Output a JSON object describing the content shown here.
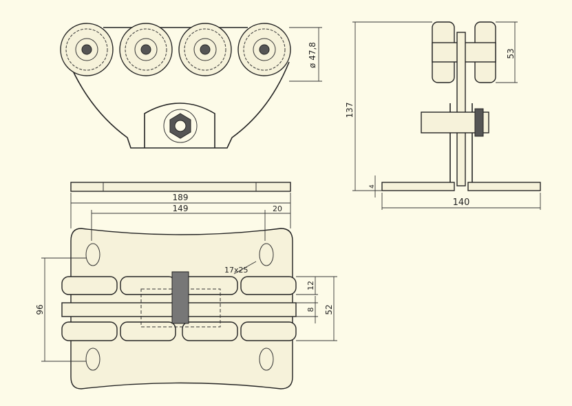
{
  "drawing": {
    "views": [
      "front-view",
      "side-view",
      "top-view"
    ],
    "dimensions": {
      "wheel_diameter": "ø 47,8",
      "wheel_width": "53",
      "total_height": "137",
      "plate_thickness": "4",
      "side_base_width": "140",
      "plate_length": "189",
      "hole_spacing": "149",
      "hole_edge": "20",
      "slot_size": "17x25",
      "roller_row": "12",
      "center_bar": "8",
      "roller_span": "52",
      "plate_width": "96"
    },
    "colors": {
      "background": "#fdfbe8",
      "line": "#222222"
    }
  }
}
